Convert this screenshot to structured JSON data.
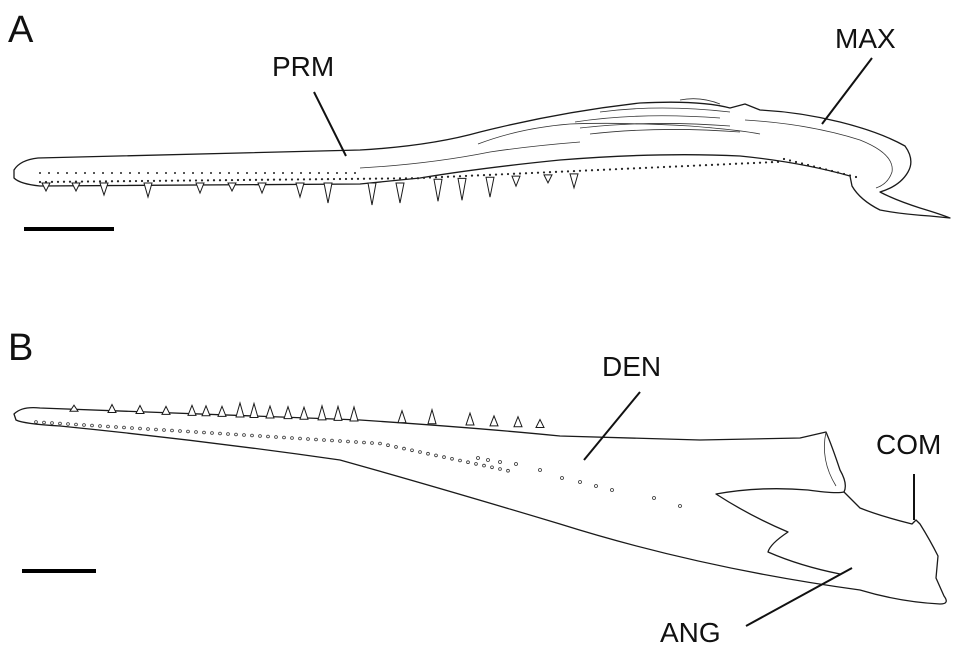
{
  "panels": [
    {
      "letter": "A",
      "labels": {
        "prm": "PRM",
        "max": "MAX"
      }
    },
    {
      "letter": "B",
      "labels": {
        "den": "DEN",
        "com": "COM",
        "ang": "ANG"
      }
    }
  ]
}
